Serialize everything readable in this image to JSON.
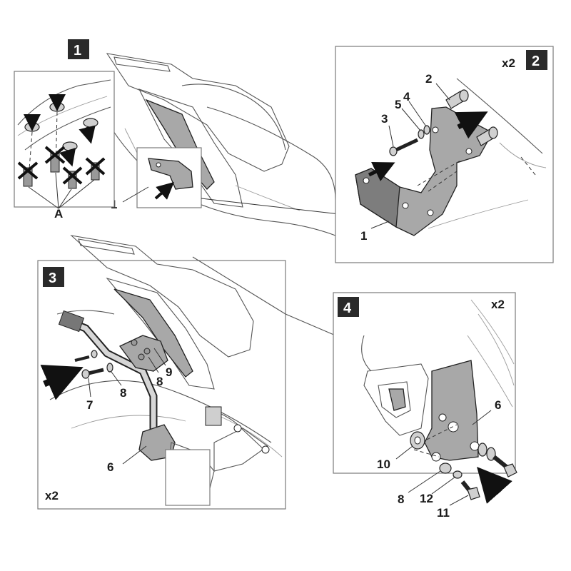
{
  "steps": [
    {
      "number": "1",
      "callouts": [
        "1",
        "A"
      ]
    },
    {
      "number": "2",
      "multiplier": "x2",
      "callouts": [
        "2",
        "3",
        "5",
        "4",
        "1"
      ]
    },
    {
      "number": "3",
      "multiplier": "x2",
      "callouts": [
        "7",
        "8",
        "8",
        "9",
        "6"
      ]
    },
    {
      "number": "4",
      "multiplier": "x2",
      "callouts": [
        "6",
        "10",
        "8",
        "12",
        "11"
      ]
    }
  ],
  "colors": {
    "step_badge": "#2a2a2a",
    "part_fill": "#a8a8a8",
    "line": "#555555"
  }
}
